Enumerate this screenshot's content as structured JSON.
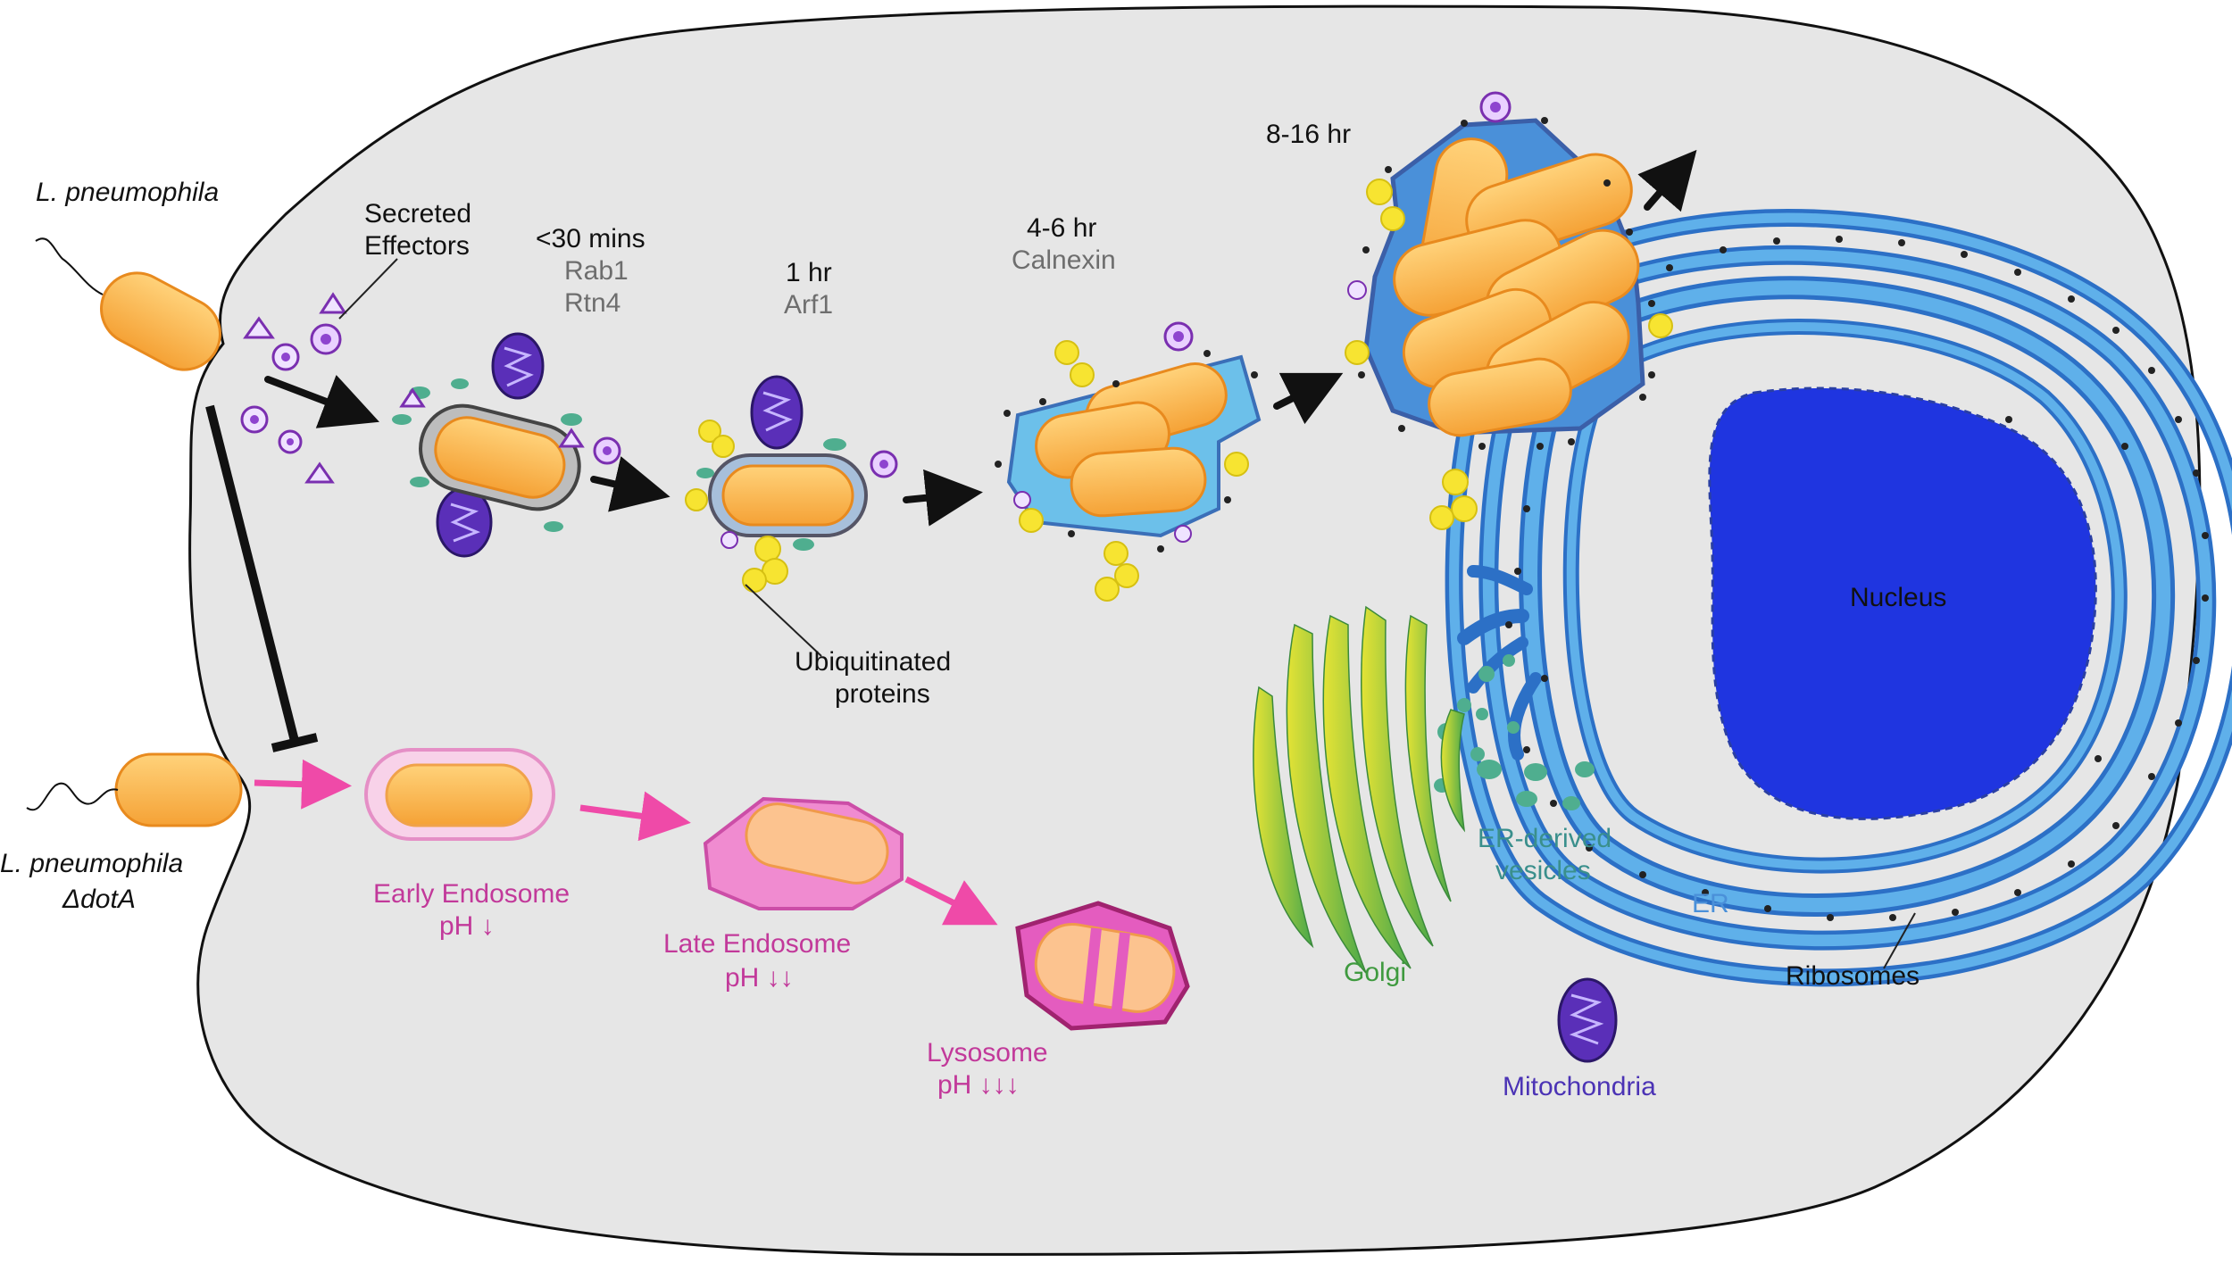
{
  "labels": {
    "l_pneumophila": "L. pneumophila",
    "l_pneumophila_dota_line1": "L. pneumophila",
    "l_pneumophila_dota_line2": "ΔdotA",
    "secreted_effectors_line1": "Secreted",
    "secreted_effectors_line2": "Effectors",
    "stage1_time": "<30 mins",
    "stage1_marker1": "Rab1",
    "stage1_marker2": "Rtn4",
    "stage2_time": "1 hr",
    "stage2_marker": "Arf1",
    "stage3_time": "4-6 hr",
    "stage3_marker": "Calnexin",
    "stage4_time": "8-16 hr",
    "ubiquitinated_line1": "Ubiquitinated",
    "ubiquitinated_line2": "proteins",
    "early_endosome_line1": "Early Endosome",
    "early_endosome_line2": "pH ↓",
    "late_endosome_line1": "Late Endosome",
    "late_endosome_line2": "pH ↓↓",
    "lysosome_line1": "Lysosome",
    "lysosome_line2": "pH ↓↓↓",
    "nucleus": "Nucleus",
    "er_derived_line1": "ER-derived",
    "er_derived_line2": "vesicles",
    "er": "ER",
    "golgi": "Golgi",
    "ribosomes": "Ribosomes",
    "mitochondria": "Mitochondria"
  },
  "colors": {
    "cell_fill": "#e6e6e6",
    "bacterium": "#fbb04a",
    "vacuole_blue": "#4a90d9",
    "nucleus": "#1f35e0",
    "mitochondria": "#5a2fb8",
    "ubiquitin": "#f7e431",
    "endosome_pink": "#e44fb0",
    "golgi_green": "#7cc142",
    "vesicle_teal": "#4fae8f"
  }
}
